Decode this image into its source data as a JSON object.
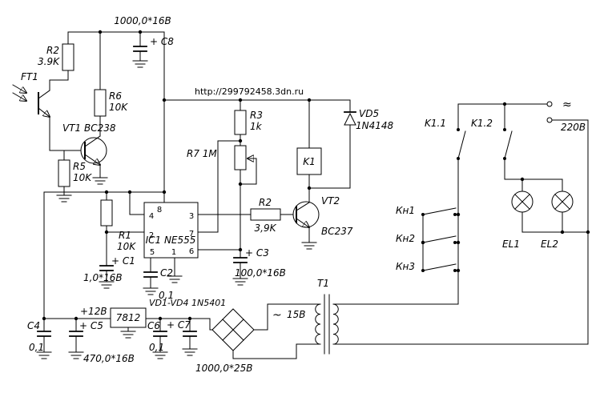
{
  "schematic": {
    "url_note": "http://299792458.3dn.ru",
    "power": {
      "mains_voltage": "220В",
      "mains_ac_sign": "≈",
      "secondary_voltage": "15В",
      "secondary_ac_sign": "~",
      "dc_rail": "+12В"
    },
    "ic1": {
      "ref": "IC1 NE555",
      "pins": {
        "p1": "1",
        "p2": "2",
        "p3": "3",
        "p4": "4",
        "p5": "5",
        "p6": "6",
        "p7": "7",
        "p8": "8"
      }
    },
    "components": {
      "ft1": "FT1",
      "r2_top": {
        "ref": "R2",
        "value": "3.9K"
      },
      "r6": {
        "ref": "R6",
        "value": "10K"
      },
      "r5": {
        "ref": "R5",
        "value": "10K"
      },
      "r1": {
        "ref": "R1",
        "value": "10K"
      },
      "r3": {
        "ref": "R3",
        "value": "1k"
      },
      "r7": {
        "ref": "R7 1M"
      },
      "r2_mid": {
        "ref": "R2",
        "value": "3,9K"
      },
      "vt1": {
        "ref": "VT1 BC238"
      },
      "vt2": {
        "ref": "VT2",
        "value": "BC237"
      },
      "c1": {
        "ref": "+ C1",
        "value": "1,0*16В"
      },
      "c2": {
        "ref": "C2",
        "value": "0,1"
      },
      "c3": {
        "ref": "+ C3",
        "value": "100,0*16В"
      },
      "c4": {
        "ref": "C4",
        "value": "0,1"
      },
      "c5": {
        "ref": "+ C5",
        "value": "470,0*16В"
      },
      "c6": {
        "ref": "C6",
        "value": "0,1"
      },
      "c7": {
        "ref": "+ C7",
        "value": "1000,0*25В"
      },
      "c8": {
        "ref": "+ C8",
        "value": "1000,0*16В"
      },
      "vd5": {
        "ref": "VD5",
        "value": "1N4148"
      },
      "bridge": "VD1-VD4 1N5401",
      "regulator": "7812",
      "relay_coil": "K1",
      "transformer": "T1",
      "contact_k1_1": "K1.1",
      "contact_k1_2": "K1.2",
      "button_kn1": "Кн1",
      "button_kn2": "Кн2",
      "button_kn3": "Кн3",
      "lamp_el1": "EL1",
      "lamp_el2": "EL2"
    }
  }
}
